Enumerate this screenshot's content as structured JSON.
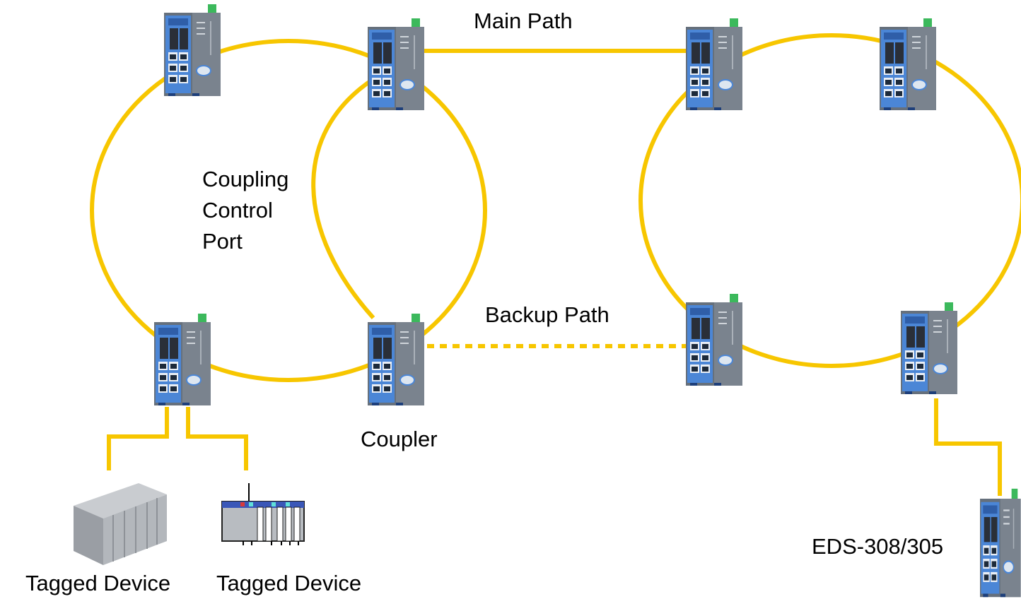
{
  "labels": {
    "main_path": "Main Path",
    "backup_path": "Backup Path",
    "coupling_control_port_line1": "Coupling",
    "coupling_control_port_line2": "Control",
    "coupling_control_port_line3": "Port",
    "coupler": "Coupler",
    "tagged_device_1": "Tagged Device",
    "tagged_device_2": "Tagged Device",
    "device_model": "EDS-308/305"
  },
  "colors": {
    "link": "#f7c600",
    "switch_body": "#5f6a78",
    "switch_front": "#4a86d8",
    "background": "#ffffff"
  },
  "icons": [
    "ethernet-switch-icon",
    "plc-icon",
    "io-module-icon"
  ]
}
